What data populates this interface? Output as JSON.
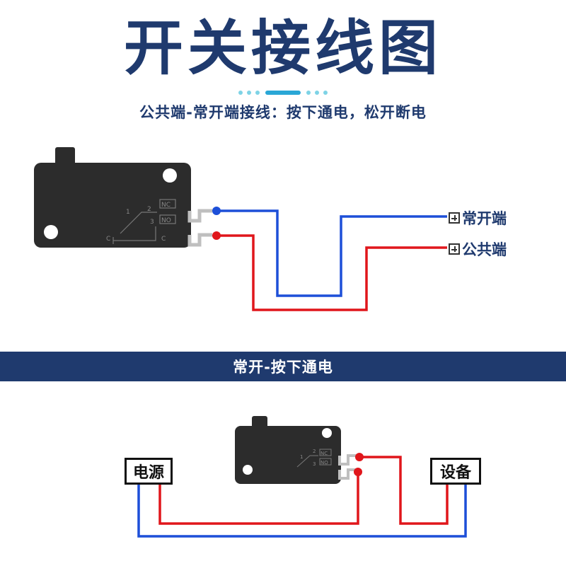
{
  "title": "开关接线图",
  "subtitle": "公共端-常开端接线：按下通电，松开断电",
  "top_diagram": {
    "terminal_labels": {
      "no": "常开端",
      "com": "公共端"
    },
    "switch_markings": {
      "nc": "NC",
      "no": "NO",
      "pin1": "1",
      "pin2": "2",
      "pin3": "3",
      "c_left": "C",
      "c_right": "C"
    }
  },
  "banner": "常开-按下通电",
  "bottom_diagram": {
    "power_label": "电源",
    "device_label": "设备",
    "switch_markings": {
      "nc": "NC",
      "no": "NO",
      "pin1": "1",
      "pin2": "2",
      "pin3": "3"
    }
  },
  "colors": {
    "navy": "#1f3a6e",
    "wire_blue": "#1d4fd8",
    "wire_red": "#e0161b",
    "switch_body": "#2c2c2c"
  },
  "icons": [
    "plus-box-icon",
    "dot-dash-decoration"
  ]
}
